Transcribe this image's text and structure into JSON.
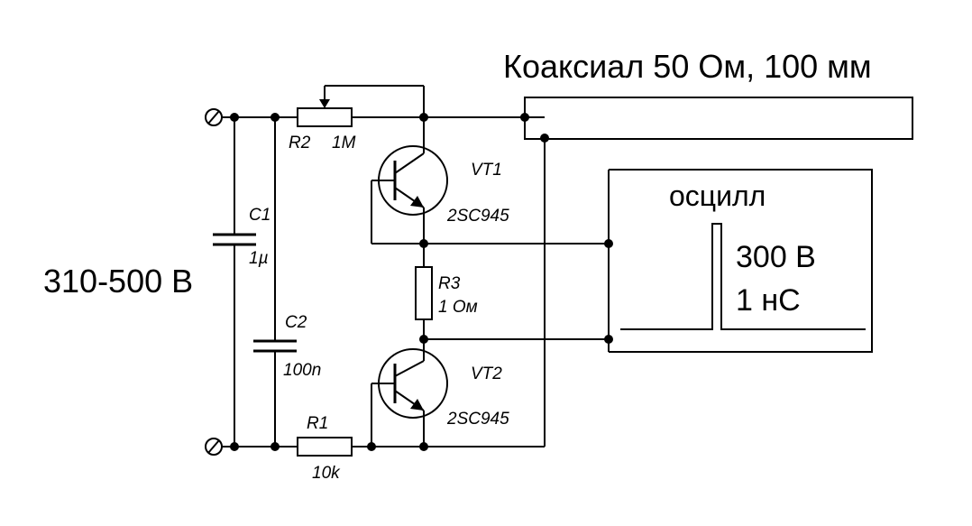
{
  "supply": {
    "voltage_label": "310-500 В"
  },
  "coax": {
    "label": "Коаксиал 50 Ом, 100 мм"
  },
  "components": {
    "r2": {
      "name": "R2",
      "value": "1M"
    },
    "c1": {
      "name": "C1",
      "value": "1µ"
    },
    "c2": {
      "name": "C2",
      "value": "100n"
    },
    "r1": {
      "name": "R1",
      "value": "10k"
    },
    "r3": {
      "name": "R3",
      "value": "1 Ом"
    },
    "vt1": {
      "name": "VT1",
      "part": "2SC945"
    },
    "vt2": {
      "name": "VT2",
      "part": "2SC945"
    }
  },
  "scope": {
    "title": "осцилл",
    "amplitude": "300 В",
    "duration": "1 нС"
  }
}
